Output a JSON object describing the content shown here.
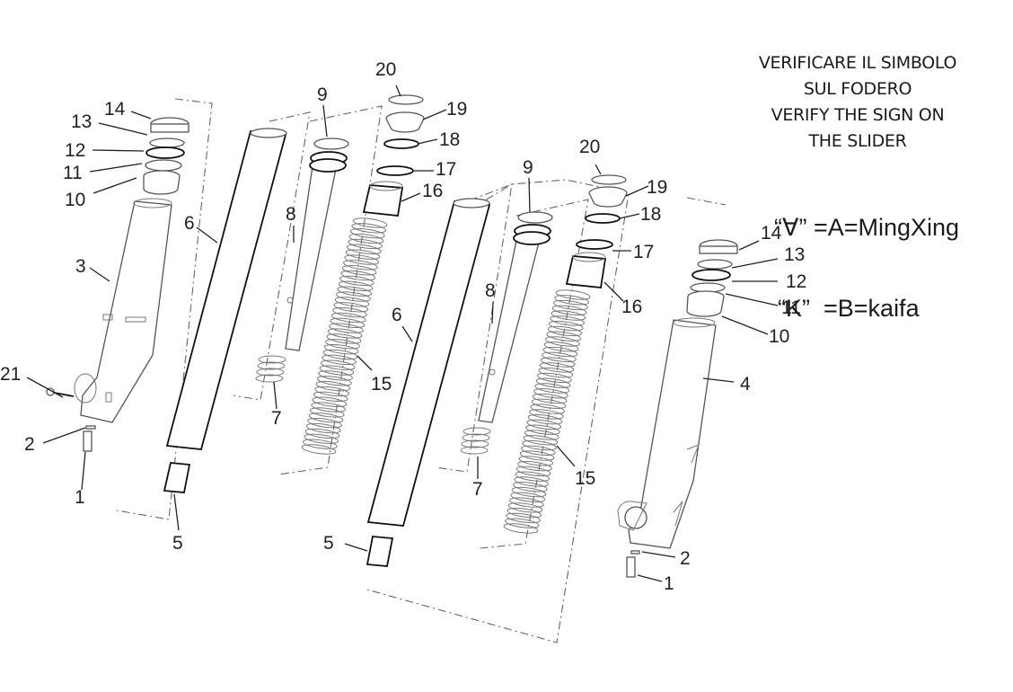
{
  "note": {
    "lines": [
      "VERIFICARE IL SIMBOLO",
      "SUL FODERO",
      "VERIFY THE SIGN ON",
      "THE SLIDER"
    ]
  },
  "legend": [
    {
      "symbol": "“∀”",
      "mapping": " =A=MingXing"
    },
    {
      "symbol": "“K”",
      "mapping": "  =B=kaifa"
    }
  ],
  "callouts": {
    "left": {
      "c14": "14",
      "c13": "13",
      "c12": "12",
      "c11": "11",
      "c10": "10",
      "c3": "3",
      "c6": "6",
      "c21": "21",
      "c2": "2",
      "c1": "1",
      "c5": "5"
    },
    "inner_a": {
      "c9": "9",
      "c8": "8",
      "c7": "7",
      "c20": "20",
      "c19": "19",
      "c18": "18",
      "c17": "17",
      "c16": "16",
      "c15": "15"
    },
    "inner_b": {
      "c6": "6",
      "c5": "5",
      "c9": "9",
      "c8": "8",
      "c7": "7",
      "c20": "20",
      "c19": "19",
      "c18": "18",
      "c17": "17",
      "c16": "16",
      "c15": "15"
    },
    "right": {
      "c14": "14",
      "c13": "13",
      "c12": "12",
      "c11": "11",
      "c10": "10",
      "c4": "4",
      "c2": "2",
      "c1": "1"
    }
  }
}
